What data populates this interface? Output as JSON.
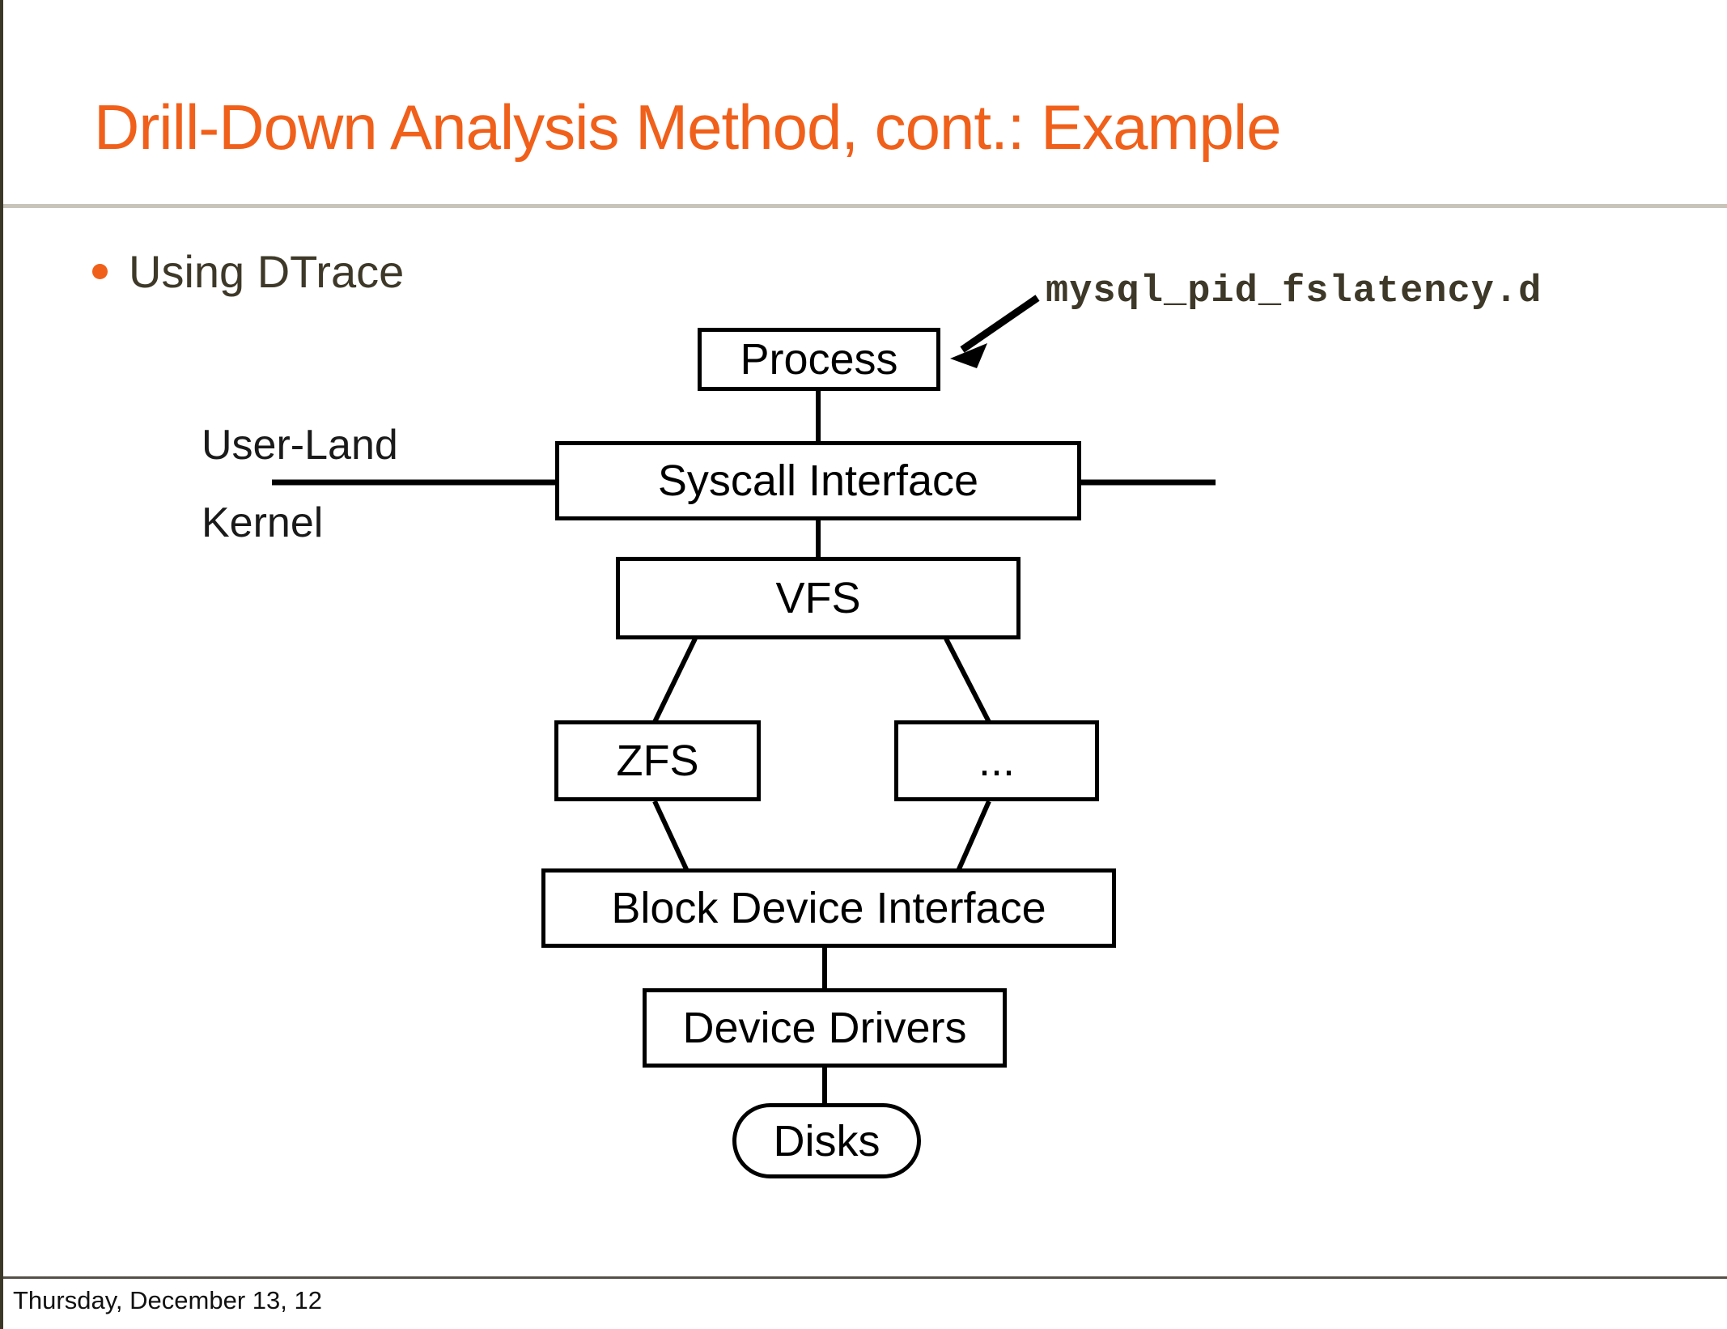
{
  "slide": {
    "title": "Drill-Down Analysis Method, cont.: Example",
    "title_color": "#f0601a",
    "accent_color": "#f0601a",
    "body_text_color": "#3d3828",
    "rule_color": "#c9c4ba",
    "background": "#ffffff"
  },
  "bullets": [
    {
      "text": "Using DTrace"
    }
  ],
  "annotation": {
    "script_name": "mysql_pid_fslatency.d",
    "points_to": "Process"
  },
  "split_labels": {
    "upper": "User-Land",
    "lower": "Kernel"
  },
  "diagram": {
    "type": "stack-diagram",
    "nodes": [
      {
        "id": "process",
        "label": "Process",
        "shape": "rect"
      },
      {
        "id": "syscall",
        "label": "Syscall Interface",
        "shape": "rect"
      },
      {
        "id": "vfs",
        "label": "VFS",
        "shape": "rect"
      },
      {
        "id": "zfs",
        "label": "ZFS",
        "shape": "rect"
      },
      {
        "id": "other_fs",
        "label": "...",
        "shape": "rect"
      },
      {
        "id": "bdi",
        "label": "Block Device Interface",
        "shape": "rect"
      },
      {
        "id": "drivers",
        "label": "Device Drivers",
        "shape": "rect"
      },
      {
        "id": "disks",
        "label": "Disks",
        "shape": "rounded-rect"
      }
    ],
    "edges": [
      {
        "from": "process",
        "to": "syscall"
      },
      {
        "from": "syscall",
        "to": "vfs"
      },
      {
        "from": "vfs",
        "to": "zfs"
      },
      {
        "from": "vfs",
        "to": "other_fs"
      },
      {
        "from": "zfs",
        "to": "bdi"
      },
      {
        "from": "other_fs",
        "to": "bdi"
      },
      {
        "from": "bdi",
        "to": "drivers"
      },
      {
        "from": "drivers",
        "to": "disks"
      }
    ]
  },
  "footer": {
    "date": "Thursday, December 13, 12"
  }
}
